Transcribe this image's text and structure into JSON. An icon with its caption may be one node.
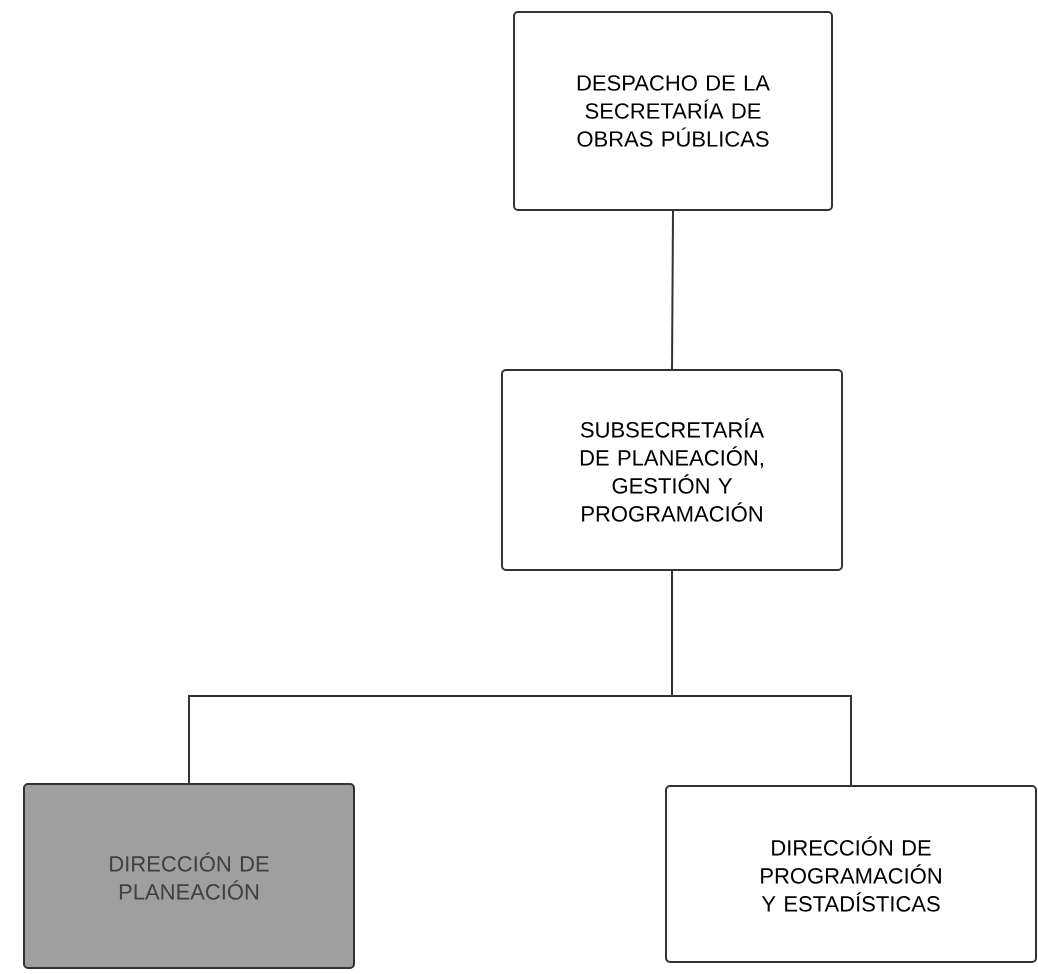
{
  "diagram": {
    "nodes": [
      {
        "text": [
          "DESPACHO DE LA SECRETARÍA DE OBRAS PÚBLICAS"
        ]
      },
      {
        "text": [
          "SUBSECRETARÍA DE PLANEACIÓN, GESTIÓN Y PROGRAMACIÓN"
        ]
      },
      {
        "text": [
          "DIRECCIÓN DE PLANEACIÓN"
        ]
      },
      {
        "text": [
          "DIRECCIÓN DE PROGRAMACIÓN Y ESTADÍSTICAS"
        ]
      }
    ],
    "edges": [
      {
        "from": 0,
        "to": 1,
        "arrow": "none"
      },
      {
        "from": 1,
        "to": 2,
        "arrow": "none"
      },
      {
        "from": 1,
        "to": 3,
        "arrow": "none"
      }
    ]
  }
}
